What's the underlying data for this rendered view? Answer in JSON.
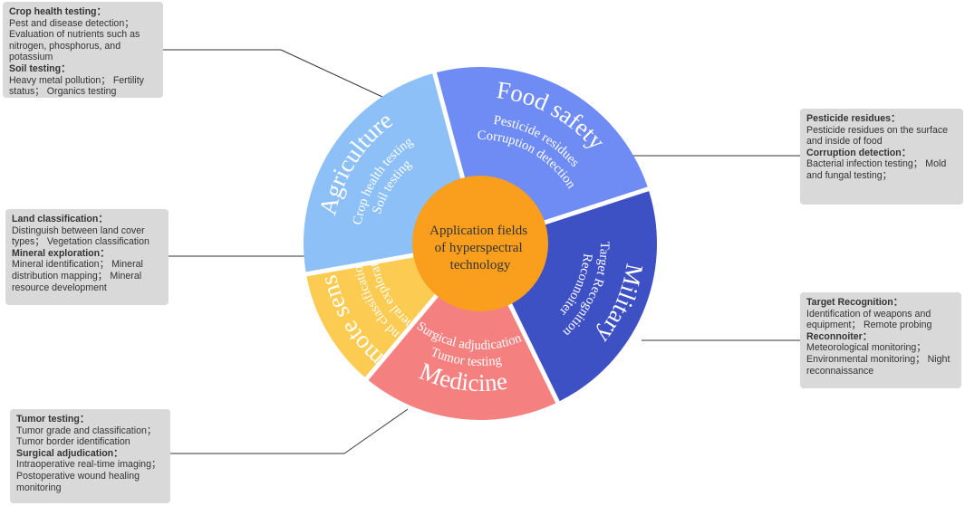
{
  "center": {
    "lines": [
      "Application fields",
      "of hyperspectral",
      "technology"
    ]
  },
  "sectors": [
    {
      "key": "agriculture",
      "title": "Agriculture",
      "color": "#8cc0f7",
      "items": [
        "Crop health testing",
        "Soil testing"
      ]
    },
    {
      "key": "food",
      "title": "Food safety",
      "color": "#6f8cf5",
      "items": [
        "Pesticide residues",
        "Corruption detection"
      ]
    },
    {
      "key": "military",
      "title": "Military",
      "color": "#3d50c4",
      "items": [
        "Target Recognition",
        "Reconnoiter"
      ]
    },
    {
      "key": "medicine",
      "title": "Medicine",
      "color": "#f58080",
      "items": [
        "Tumor testing",
        "Surgical adjudication"
      ]
    },
    {
      "key": "remote",
      "title": "Remote sensing",
      "color": "#fbcb52",
      "items": [
        "land classification",
        "Mineral exploration"
      ]
    }
  ],
  "colors": {
    "hub": "#fa9e1e",
    "box": "#d9d9d9",
    "box_text": "#333333",
    "connector": "#333333"
  },
  "boxes": {
    "agriculture": {
      "h1": "Crop health testing：",
      "t1": "Pest and disease detection； Evaluation of nutrients such as nitrogen, phosphorus, and potassium",
      "h2": "Soil testing：",
      "t2": "Heavy metal pollution； Fertility status； Organics testing"
    },
    "food": {
      "h1": "Pesticide residues：",
      "t1": "Pesticide residues on the surface and inside of food",
      "h2": "Corruption detection：",
      "t2": "Bacterial infection testing； Mold and fungal testing；"
    },
    "remote": {
      "h1": "Land classification：",
      "t1": "Distinguish between land cover types； Vegetation classification",
      "h2": "Mineral exploration：",
      "t2": "Mineral identification； Mineral distribution mapping； Mineral resource development"
    },
    "military": {
      "h1": "Target Recognition：",
      "t1": "Identification of weapons and equipment； Remote probing",
      "h2": "Reconnoiter：",
      "t2": "Meteorological monitoring； Environmental monitoring； Night reconnaissance"
    },
    "medicine": {
      "h1": "Tumor testing：",
      "t1": "Tumor grade and classification； Tumor border identification",
      "h2": "Surgical adjudication：",
      "t2": "Intraoperative real-time imaging； Postoperative wound healing monitoring"
    }
  }
}
